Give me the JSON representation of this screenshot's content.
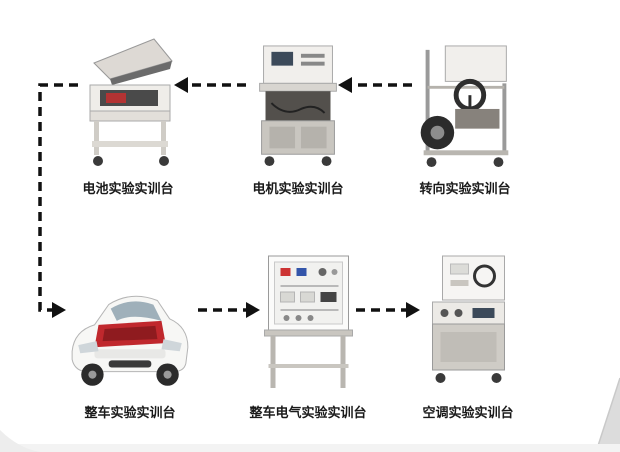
{
  "canvas": {
    "background_color": "#ffffff",
    "arrow_color": "#111111",
    "label_color": "#1a1a1a",
    "car_hood_color": "#c0282d"
  },
  "stations": [
    {
      "id": "battery",
      "label": "电池实验实训台"
    },
    {
      "id": "motor",
      "label": "电机实验实训台"
    },
    {
      "id": "steering",
      "label": "转向实验实训台"
    },
    {
      "id": "vehicle",
      "label": "整车实验实训台"
    },
    {
      "id": "vehicle_electrical",
      "label": "整车电气实验实训台"
    },
    {
      "id": "ac",
      "label": "空调实验实训台"
    }
  ],
  "flow": {
    "style": "dashed-arrows",
    "connections": [
      {
        "from": "转向实验实训台",
        "to": "电机实验实训台",
        "direction": "left"
      },
      {
        "from": "电机实验实训台",
        "to": "电池实验实训台",
        "direction": "left"
      },
      {
        "from": "电池实验实训台",
        "to": "整车实验实训台",
        "direction": "down-left-side"
      },
      {
        "from": "整车实验实训台",
        "to": "整车电气实验实训台",
        "direction": "right"
      },
      {
        "from": "整车电气实验实训台",
        "to": "空调实验实训台",
        "direction": "right"
      }
    ]
  }
}
